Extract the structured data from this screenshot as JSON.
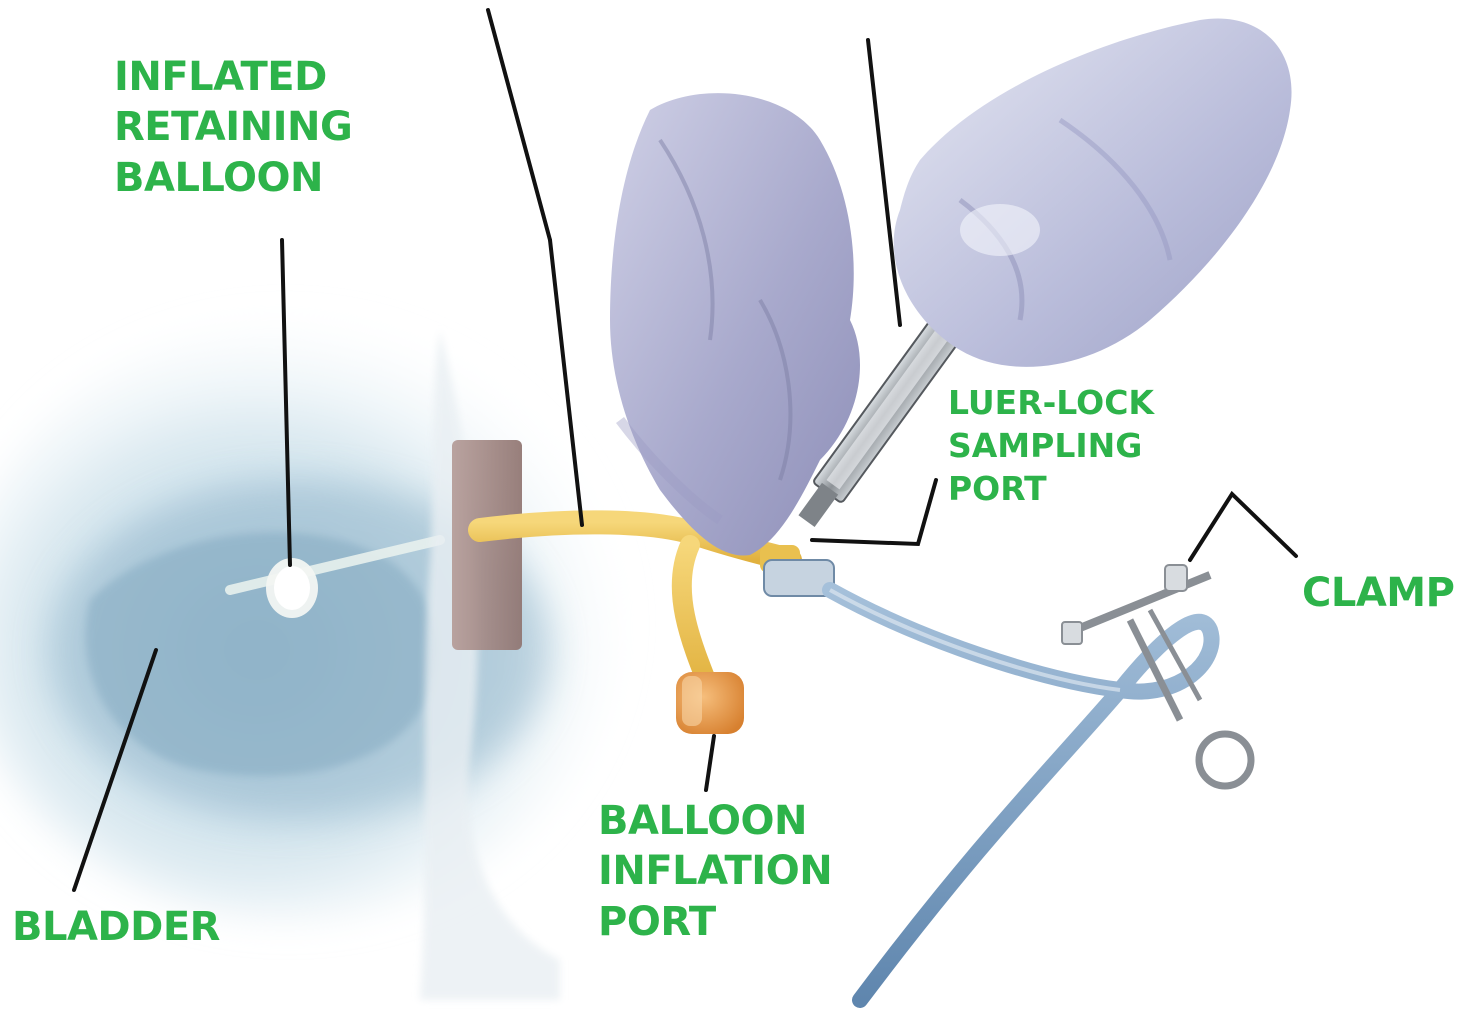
{
  "label_color": "#2db34a",
  "leader_color": "#111111",
  "labels": {
    "inflated_retaining_balloon": [
      "INFLATED",
      "RETAINING",
      "BALLOON"
    ],
    "luer_lock_sampling_port": [
      "LUER-LOCK",
      "SAMPLING",
      "PORT"
    ],
    "clamp": [
      "CLAMP"
    ],
    "bladder": [
      "BLADDER"
    ],
    "balloon_inflation_port": [
      "BALLOON",
      "INFLATION",
      "PORT"
    ]
  }
}
